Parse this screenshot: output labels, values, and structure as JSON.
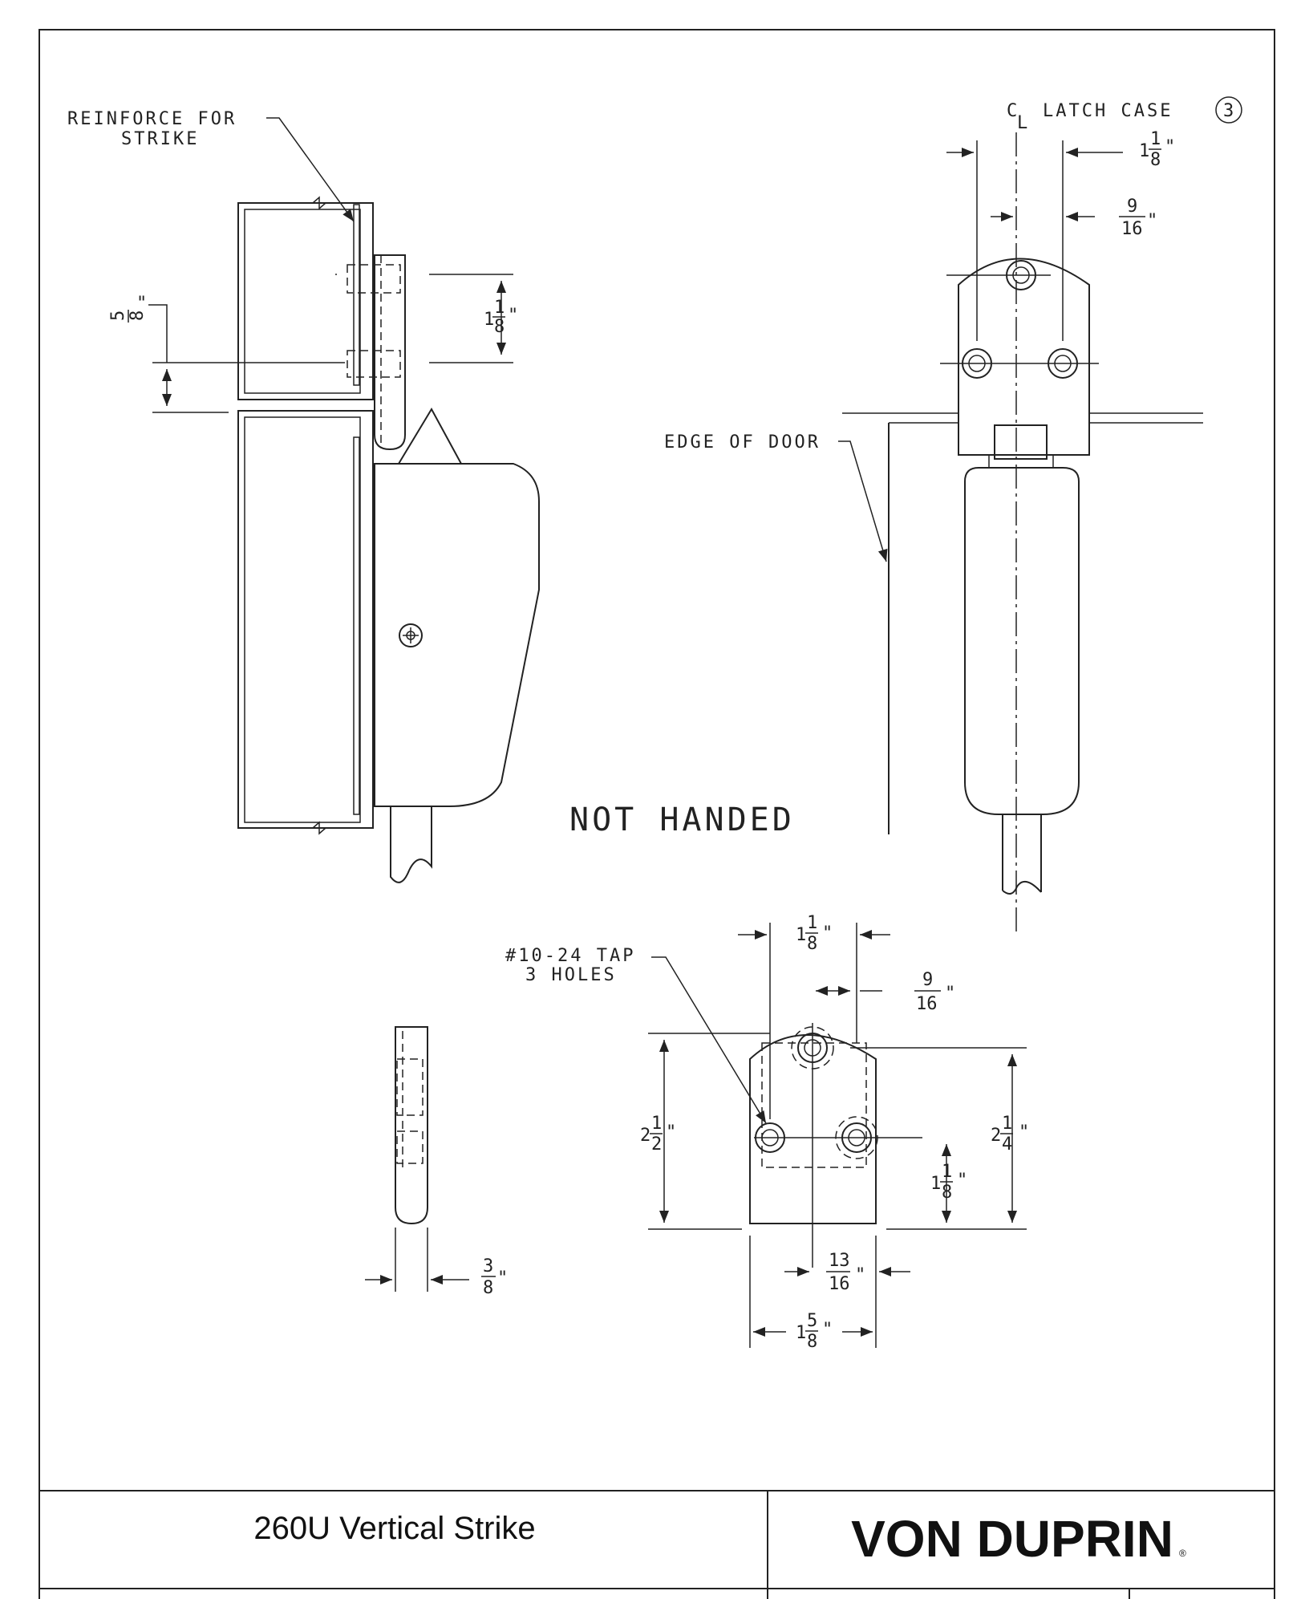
{
  "drawing": {
    "reinforce_label_line1": "REINFORCE FOR",
    "reinforce_label_line2": "STRIKE",
    "latch_case_label": "LATCH CASE",
    "latch_case_num": "3",
    "cl_c": "C",
    "cl_l": "L",
    "edge_of_door": "EDGE OF DOOR",
    "not_handed": "NOT HANDED",
    "tap_line1": "#10-24 TAP",
    "tap_line2": "3 HOLES"
  },
  "dims": {
    "side_5_8": {
      "num": "5",
      "den": "8"
    },
    "side_1_1_8": {
      "whole": "1",
      "num": "1",
      "den": "8"
    },
    "top_1_1_8": {
      "whole": "1",
      "num": "1",
      "den": "8"
    },
    "top_9_16": {
      "num": "9",
      "den": "16"
    },
    "strike_1_1_8_top": {
      "whole": "1",
      "num": "1",
      "den": "8"
    },
    "strike_9_16": {
      "num": "9",
      "den": "16"
    },
    "strike_2_1_2": {
      "whole": "2",
      "num": "1",
      "den": "2"
    },
    "strike_2_1_4": {
      "whole": "2",
      "num": "1",
      "den": "4"
    },
    "strike_1_1_8_right": {
      "whole": "1",
      "num": "1",
      "den": "8"
    },
    "strike_13_16": {
      "num": "13",
      "den": "16"
    },
    "strike_1_5_8": {
      "whole": "1",
      "num": "5",
      "den": "8"
    },
    "edge_3_8": {
      "num": "3",
      "den": "8"
    },
    "inch_mark": "\""
  },
  "title_block": {
    "title": "260U Vertical Strike",
    "brand": "VON DUPRIN",
    "reg": "®"
  }
}
